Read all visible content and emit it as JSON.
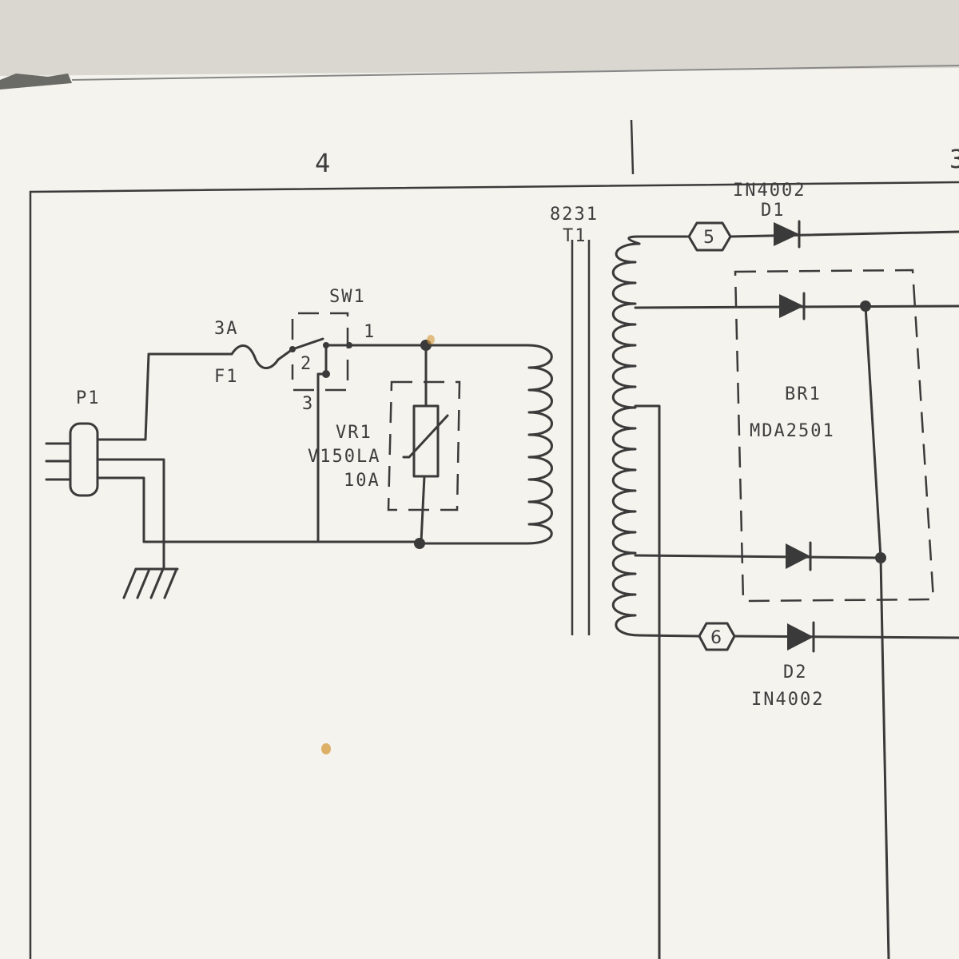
{
  "zone": {
    "number": "4",
    "edge_number": "3"
  },
  "connector": {
    "ref": "P1"
  },
  "fuse": {
    "rating": "3A",
    "ref": "F1"
  },
  "switch": {
    "ref": "SW1",
    "pin1": "1",
    "pin2": "2",
    "pin3": "3"
  },
  "varistor": {
    "ref": "VR1",
    "part": "V150LA",
    "rating": "10A"
  },
  "transformer": {
    "part": "8231",
    "ref": "T1"
  },
  "diode1": {
    "part": "IN4002",
    "ref": "D1"
  },
  "diode2": {
    "part": "IN4002",
    "ref": "D2"
  },
  "bridge": {
    "ref": "BR1",
    "part": "MDA2501"
  },
  "nodes": {
    "n5": "5",
    "n6": "6"
  },
  "colors": {
    "paper": "#f4f3ed",
    "ink": "#3a3a3a",
    "background": "#d9d7d0",
    "stain": "#d69a3a"
  }
}
